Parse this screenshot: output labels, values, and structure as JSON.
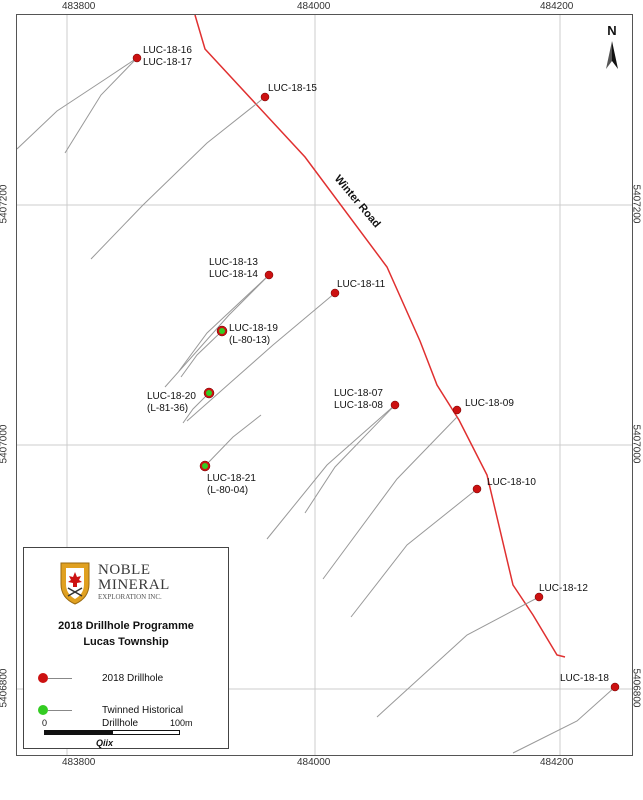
{
  "map": {
    "easting_labels": [
      "483800",
      "484000",
      "484200"
    ],
    "northing_labels": [
      "5407200",
      "5407000",
      "5406800"
    ],
    "road_name": "Winter Road",
    "north_label": "N"
  },
  "drillholes": [
    {
      "label": "LUC-18-16\nLUC-18-17",
      "type": "2018"
    },
    {
      "label": "LUC-18-15",
      "type": "2018"
    },
    {
      "label": "LUC-18-13\nLUC-18-14",
      "type": "2018"
    },
    {
      "label": "LUC-18-11",
      "type": "2018"
    },
    {
      "label": "LUC-18-19\n(L-80-13)",
      "type": "twinned"
    },
    {
      "label": "LUC-18-20\n(L-81-36)",
      "type": "twinned"
    },
    {
      "label": "LUC-18-07\nLUC-18-08",
      "type": "2018"
    },
    {
      "label": "LUC-18-09",
      "type": "2018"
    },
    {
      "label": "LUC-18-21\n(L-80-04)",
      "type": "twinned"
    },
    {
      "label": "LUC-18-10",
      "type": "2018"
    },
    {
      "label": "LUC-18-12",
      "type": "2018"
    },
    {
      "label": "LUC-18-18",
      "type": "2018"
    }
  ],
  "legend": {
    "logo_line1": "NOBLE",
    "logo_line2": "MINERAL",
    "logo_line3": "EXPLORATION INC.",
    "title_line1": "2018 Drillhole Programme",
    "title_line2": "Lucas Township",
    "items": [
      {
        "label": "2018 Drillhole",
        "color": "#cc1111"
      },
      {
        "label": "Twinned Historical\nDrillhole",
        "color": "#33cc22"
      }
    ],
    "scale_start": "0",
    "scale_end": "100m",
    "brand": "Qiix"
  },
  "colors": {
    "road": "#e03030",
    "grid": "#cccccc",
    "trace": "#999999",
    "hole_2018": "#cc1111",
    "hole_twinned": "#33cc22"
  }
}
